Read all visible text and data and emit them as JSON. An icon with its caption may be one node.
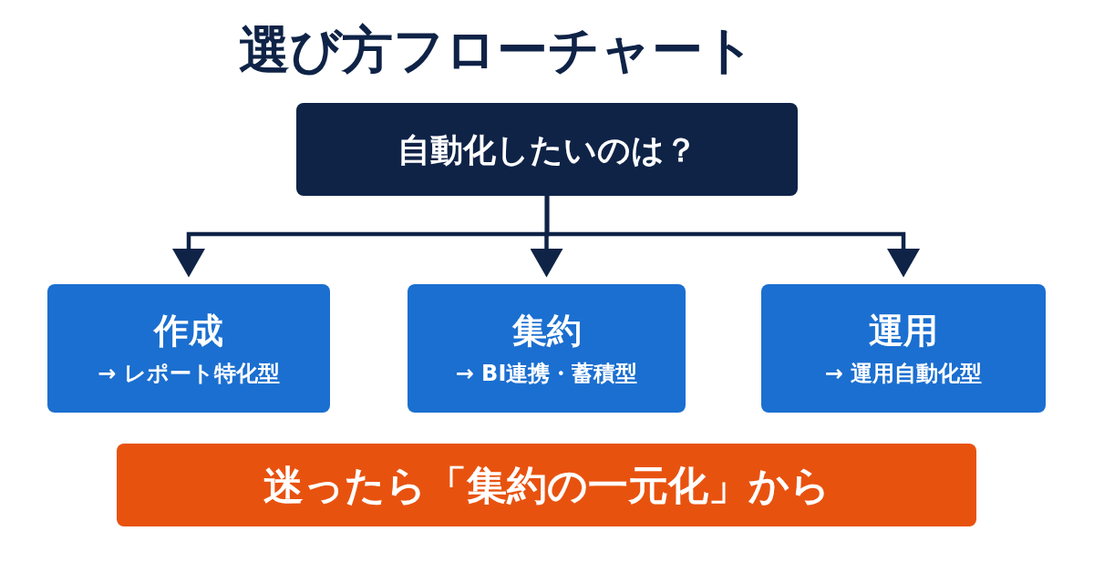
{
  "diagram": {
    "title": "選び方フローチャート",
    "nodes": [
      {
        "text": [
          "自動化したいのは？"
        ]
      },
      {
        "text": [
          "作成",
          "→ レポート特化型"
        ]
      },
      {
        "text": [
          "集約",
          "→ BI連携・蓄積型"
        ]
      },
      {
        "text": [
          "運用",
          "→ 運用自動化型"
        ]
      },
      {
        "text": [
          "迷ったら「集約の一元化」から"
        ]
      }
    ],
    "edges": [
      {
        "from": 0,
        "to": 1,
        "arrow": "to"
      },
      {
        "from": 0,
        "to": 2,
        "arrow": "to"
      },
      {
        "from": 0,
        "to": 3,
        "arrow": "to"
      }
    ]
  }
}
